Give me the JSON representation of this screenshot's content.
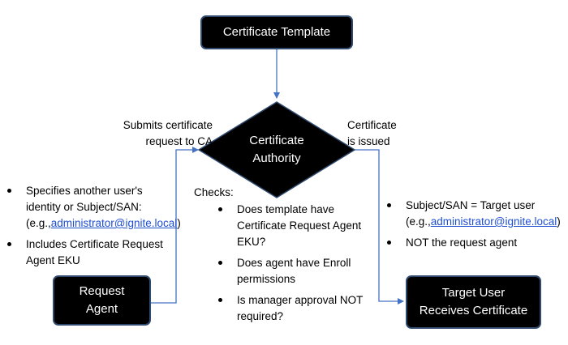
{
  "nodes": {
    "template": "Certificate Template",
    "ca_line1": "Certificate",
    "ca_line2": "Authority",
    "agent_line1": "Request",
    "agent_line2": "Agent",
    "target_line1": "Target User",
    "target_line2": "Receives Certificate"
  },
  "edge_labels": {
    "submit_line1": "Submits certificate",
    "submit_line2": "request to CA",
    "issued_line1": "Certificate",
    "issued_line2": "is issued"
  },
  "left_notes": {
    "item1_text1": "Specifies another user's identity or Subject/SAN: (e.g.,",
    "item1_link": "administrator@ignite.local",
    "item1_text2": ")",
    "item2": "Includes Certificate Request Agent EKU"
  },
  "checks": {
    "title": "Checks:",
    "items": [
      "Does template have Certificate Request Agent EKU?",
      "Does agent have Enroll permissions",
      "Is manager approval NOT required?"
    ]
  },
  "right_notes": {
    "item1_text1": "Subject/SAN = Target user (e.g.,",
    "item1_link": "administrator@ignite.local",
    "item1_text2": ")",
    "item2": "NOT the request agent"
  },
  "colors": {
    "node_fill": "#000000",
    "node_border": "#2f4a6e",
    "connector": "#4472c4",
    "link": "#1f4fd1"
  }
}
